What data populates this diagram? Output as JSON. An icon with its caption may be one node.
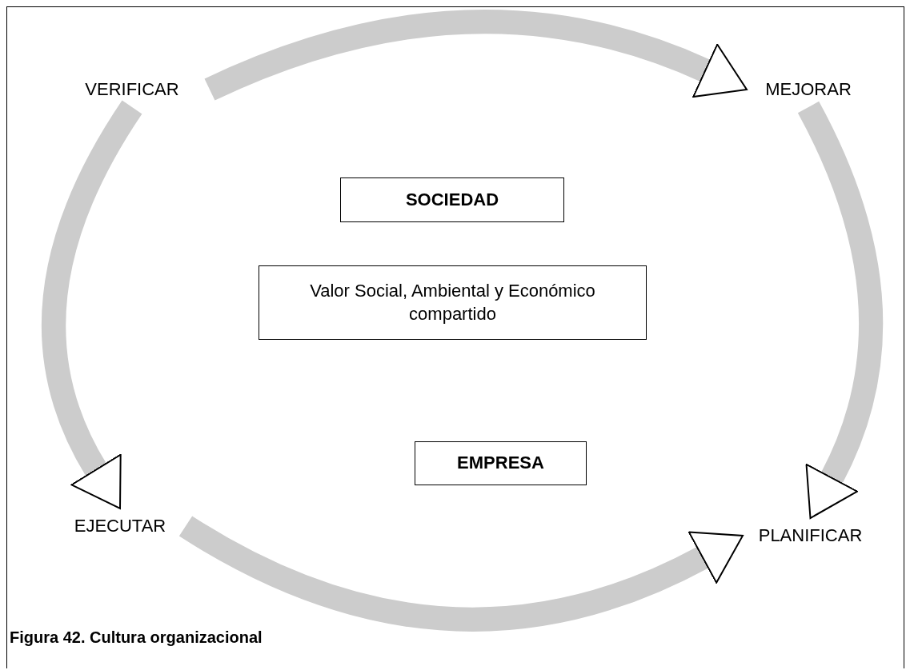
{
  "diagram": {
    "caption": "Figura 42. Cultura organizacional",
    "nodes": [
      {
        "text": [
          "VERIFICAR"
        ]
      },
      {
        "text": [
          "MEJORAR"
        ]
      },
      {
        "text": [
          "PLANIFICAR"
        ]
      },
      {
        "text": [
          "EJECUTAR"
        ]
      },
      {
        "text": [
          "SOCIEDAD"
        ]
      },
      {
        "text": [
          "Valor Social, Ambiental y Económico compartido"
        ]
      },
      {
        "text": [
          "EMPRESA"
        ]
      }
    ],
    "edges": [
      {
        "from": 0,
        "to": 1,
        "arrow": "to"
      },
      {
        "from": 1,
        "to": 2,
        "arrow": "to"
      },
      {
        "from": 0,
        "to": 3,
        "arrow": "to"
      },
      {
        "from": 3,
        "to": 2,
        "arrow": "to"
      }
    ]
  }
}
